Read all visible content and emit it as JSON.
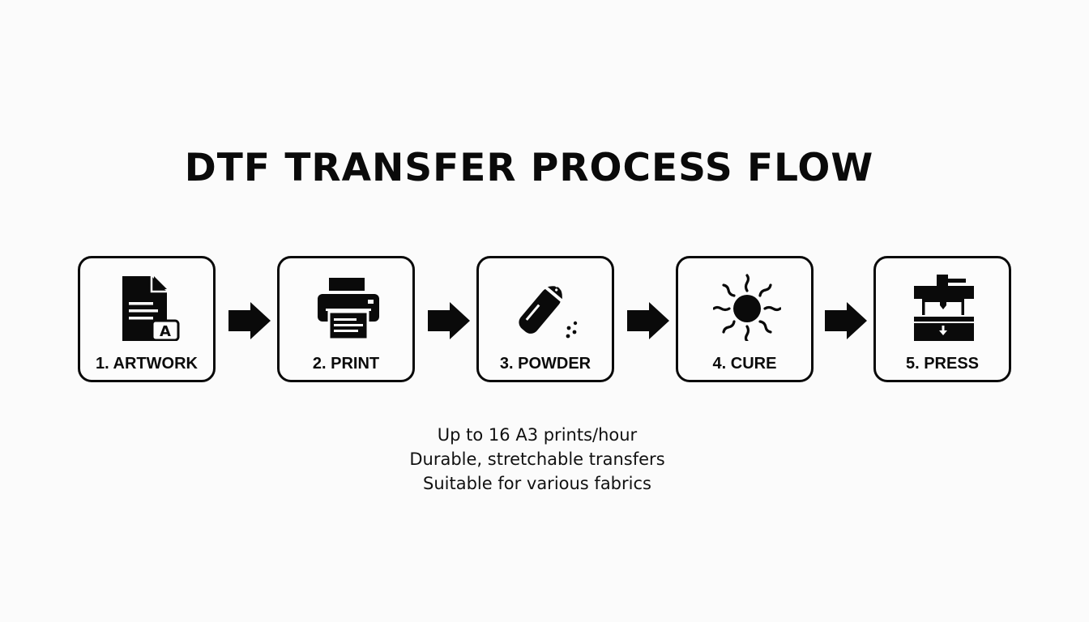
{
  "title": "DTF TRANSFER PROCESS FLOW",
  "steps": [
    {
      "label": "1. ARTWORK",
      "icon": "document-artwork-icon"
    },
    {
      "label": "2. PRINT",
      "icon": "printer-icon"
    },
    {
      "label": "3. POWDER",
      "icon": "powder-shaker-icon"
    },
    {
      "label": "4. CURE",
      "icon": "sun-icon"
    },
    {
      "label": "5. PRESS",
      "icon": "heat-press-icon"
    }
  ],
  "benefits": [
    "Up to 16 A3 prints/hour",
    "Durable, stretchable transfers",
    "Suitable for various fabrics"
  ],
  "colors": {
    "background": "#fbfbfb",
    "ink": "#0a0a0a"
  }
}
